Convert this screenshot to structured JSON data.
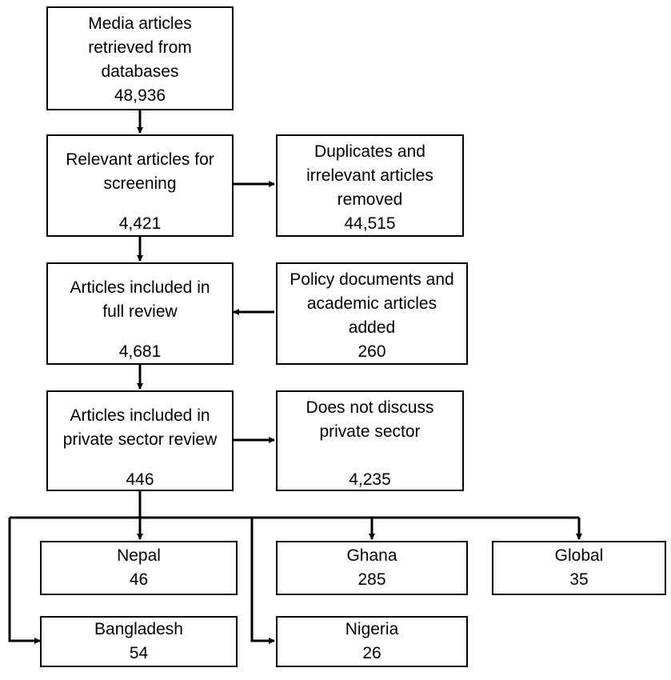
{
  "boxes": {
    "retrieved": {
      "label": "Media articles\nretrieved from\ndatabases",
      "count": "48,936"
    },
    "screening": {
      "label": "Relevant articles for\nscreening",
      "count": "4,421"
    },
    "removed": {
      "label": "Duplicates and\nirrelevant articles\nremoved",
      "count": "44,515"
    },
    "full_review": {
      "label": "Articles included in\nfull review",
      "count": "4,681"
    },
    "added": {
      "label": "Policy documents and\nacademic articles\nadded",
      "count": "260"
    },
    "private": {
      "label": "Articles included in\nprivate sector  review",
      "count": "446"
    },
    "not_private": {
      "label": "Does not discuss\nprivate sector",
      "count": "4,235"
    },
    "nepal": {
      "label": "Nepal",
      "count": "46"
    },
    "ghana": {
      "label": "Ghana",
      "count": "285"
    },
    "global": {
      "label": "Global",
      "count": "35"
    },
    "bangladesh": {
      "label": "Bangladesh",
      "count": "54"
    },
    "nigeria": {
      "label": "Nigeria",
      "count": "26"
    }
  }
}
